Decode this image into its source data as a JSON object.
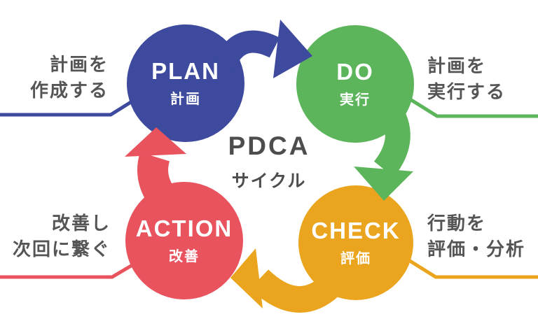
{
  "title": {
    "main": "PDCA",
    "sub": "サイクル"
  },
  "colors": {
    "plan": "#3d4a9e",
    "do": "#5cb55a",
    "check": "#eba41e",
    "action": "#e8535e",
    "text": "#4d4d4d"
  },
  "nodes": [
    {
      "id": "plan",
      "en": "PLAN",
      "ja": "計画"
    },
    {
      "id": "do",
      "en": "DO",
      "ja": "実行"
    },
    {
      "id": "check",
      "en": "CHECK",
      "ja": "評価"
    },
    {
      "id": "action",
      "en": "ACTION",
      "ja": "改善"
    }
  ],
  "captions": {
    "plan": {
      "line1": "計画を",
      "line2": "作成する"
    },
    "do": {
      "line1": "計画を",
      "line2": "実行する"
    },
    "check": {
      "line1": "行動を",
      "line2": "評価・分析"
    },
    "action": {
      "line1": "改善し",
      "line2": "次回に繋ぐ"
    }
  }
}
